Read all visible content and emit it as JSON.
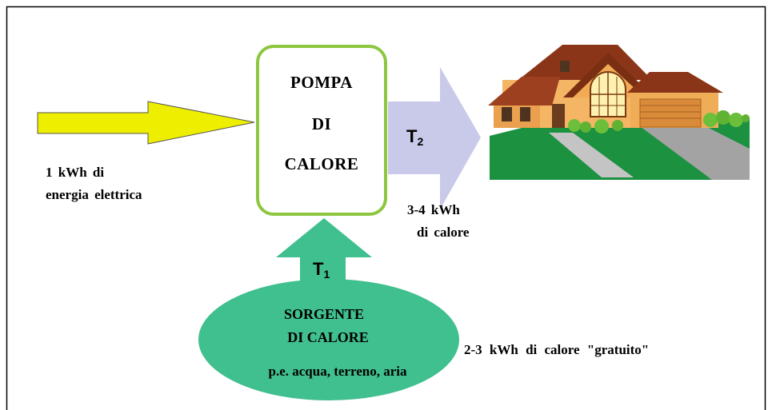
{
  "input_label": {
    "line1": "1 kWh di",
    "line2": "energia elettrica"
  },
  "pump": {
    "line1": "POMPA",
    "line2": "DI",
    "line3": "CALORE"
  },
  "output_arrow": {
    "label": "T",
    "subscript": "2"
  },
  "output_label": {
    "line1": "3-4 kWh",
    "line2": "di calore"
  },
  "source_arrow": {
    "label": "T",
    "subscript": "1"
  },
  "source": {
    "line1": "SORGENTE",
    "line2": "DI CALORE",
    "line3": "p.e. acqua, terreno, aria"
  },
  "free_heat_label": "2-3 kWh di calore \"gratuito\"",
  "icons": {
    "house": "house-illustration"
  },
  "colors": {
    "input_arrow": "#eeee00",
    "output_arrow": "#c9c9ea",
    "source": "#40bf8f",
    "pump_border": "#8dc63f",
    "frame": "#000000"
  }
}
